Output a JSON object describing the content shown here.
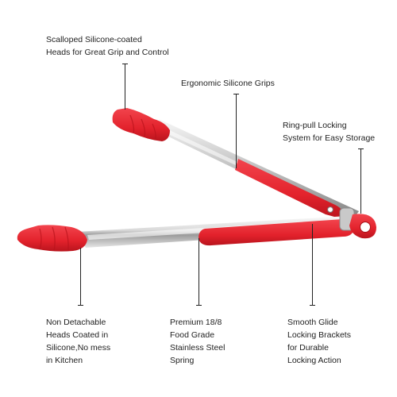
{
  "colors": {
    "silicone": "#e8252f",
    "steel_light": "#f2f2f2",
    "steel_dark": "#8a8a8a",
    "leader": "#222222",
    "background": "#ffffff"
  },
  "callouts": {
    "scalloped_heads": {
      "line1": "Scalloped Silicone-coated",
      "line2": "Heads for Great Grip and Control"
    },
    "ergonomic_grips": {
      "line1": "Ergonomic Silicone Grips"
    },
    "ring_pull": {
      "line1": "Ring-pull Locking",
      "line2": "System for Easy Storage"
    },
    "non_detachable": {
      "line1": "Non Detachable",
      "line2": "Heads Coated in",
      "line3": "Silicone,No mess",
      "line4": "in Kitchen"
    },
    "premium_steel": {
      "line1": "Premium 18/8",
      "line2": "Food Grade",
      "line3": "Stainless Steel",
      "line4": "Spring"
    },
    "smooth_glide": {
      "line1": "Smooth Glide",
      "line2": "Locking Brackets",
      "line3": "for Durable",
      "line4": "Locking Action"
    }
  }
}
